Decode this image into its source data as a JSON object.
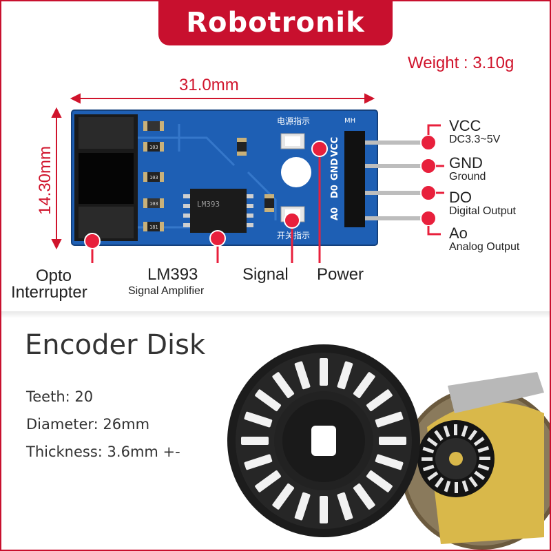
{
  "brand": "Robotronik",
  "weight": "Weight : 3.10g",
  "dimensions": {
    "length": "31.0mm",
    "width": "14.30mm"
  },
  "board": {
    "header_label": "MH",
    "silk_power": "电源指示",
    "silk_switch": "开关指示",
    "chip_marking": "LM393",
    "pin_silk": [
      "VCC",
      "GND",
      "D0",
      "A0"
    ],
    "resistors": [
      "103",
      "103",
      "103",
      "181"
    ]
  },
  "pins": [
    {
      "name": "VCC",
      "desc": "DC3.3~5V"
    },
    {
      "name": "GND",
      "desc": "Ground"
    },
    {
      "name": "DO",
      "desc": "Digital Output"
    },
    {
      "name": "Ao",
      "desc": "Analog Output"
    }
  ],
  "components": {
    "opto": "Opto\nInterrupter",
    "opto_line1": "Opto",
    "opto_line2": "Interrupter",
    "lm393": "LM393",
    "lm393_sub": "Signal Amplifier",
    "signal": "Signal",
    "power": "Power"
  },
  "encoder": {
    "title": "Encoder Disk",
    "specs": [
      "Teeth: 20",
      "Diameter: 26mm",
      "Thickness: 3.6mm +-"
    ],
    "teeth": 20
  },
  "colors": {
    "accent": "#c8102e",
    "pcb": "#1e5fb4",
    "marker": "#e8203c"
  }
}
